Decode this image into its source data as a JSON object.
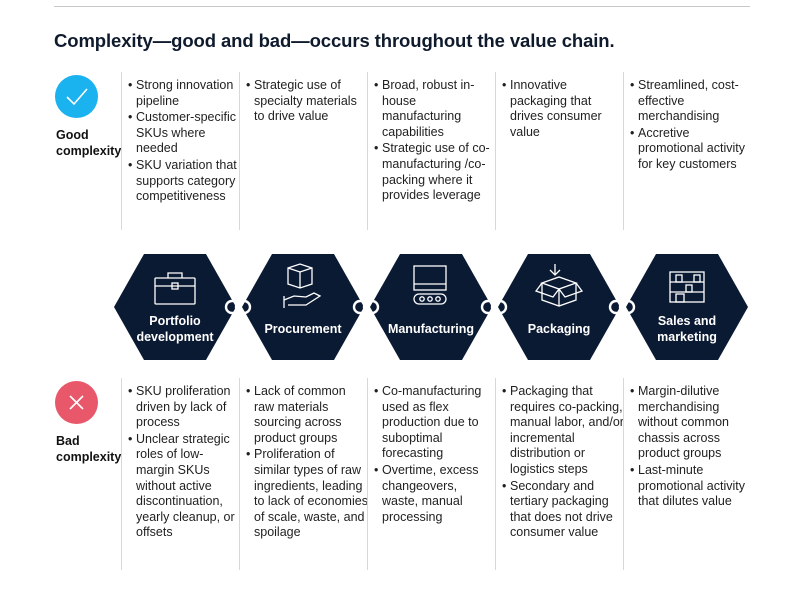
{
  "title": "Complexity—good and bad—occurs throughout the value chain.",
  "colors": {
    "hexagon": "#0b1a33",
    "good": "#1ab2ef",
    "bad": "#e8576a",
    "link": "#ffffff"
  },
  "good": {
    "label_line1": "Good",
    "label_line2": "complexity",
    "icon": "checkmark-icon",
    "columns": [
      [
        "Strong innovation pipeline",
        "Customer-specific SKUs where needed",
        "SKU variation that supports category competitiveness"
      ],
      [
        "Strategic use of specialty materials to drive value"
      ],
      [
        "Broad, robust in-house manufacturing capabilities",
        "Strategic use of co-manufacturing /co-packing where it provides leverage"
      ],
      [
        "Innovative packaging that drives consumer value"
      ],
      [
        "Streamlined, cost-effective merchandising",
        "Accretive promotional activity for key customers"
      ]
    ]
  },
  "stages": [
    {
      "label_line1": "Portfolio",
      "label_line2": "development",
      "icon": "briefcase-icon"
    },
    {
      "label_line1": "Procurement",
      "label_line2": "",
      "icon": "hand-with-box-icon"
    },
    {
      "label_line1": "Manufacturing",
      "label_line2": "",
      "icon": "conveyor-belt-icon"
    },
    {
      "label_line1": "Packaging",
      "label_line2": "",
      "icon": "open-box-icon"
    },
    {
      "label_line1": "Sales and",
      "label_line2": "marketing",
      "icon": "store-icon"
    }
  ],
  "bad": {
    "label_line1": "Bad",
    "label_line2": "complexity",
    "icon": "cross-icon",
    "columns": [
      [
        "SKU proliferation driven by lack of process",
        "Unclear strategic roles of low-margin SKUs without active discontinuation, yearly cleanup, or offsets"
      ],
      [
        "Lack of common raw materials sourcing across product groups",
        "Proliferation of similar types of raw ingredients, leading to lack of economies of scale, waste, and spoilage"
      ],
      [
        "Co-manufacturing used as flex production due to suboptimal forecasting",
        "Overtime, excess changeovers, waste, manual processing"
      ],
      [
        "Packaging that requires co-packing, manual labor, and/or incremental distribution or logistics steps",
        "Secondary and tertiary packaging that does not drive consumer value"
      ],
      [
        "Margin-dilutive merchandising without common chassis across product groups",
        "Last-minute promotional activity that dilutes value"
      ]
    ]
  }
}
